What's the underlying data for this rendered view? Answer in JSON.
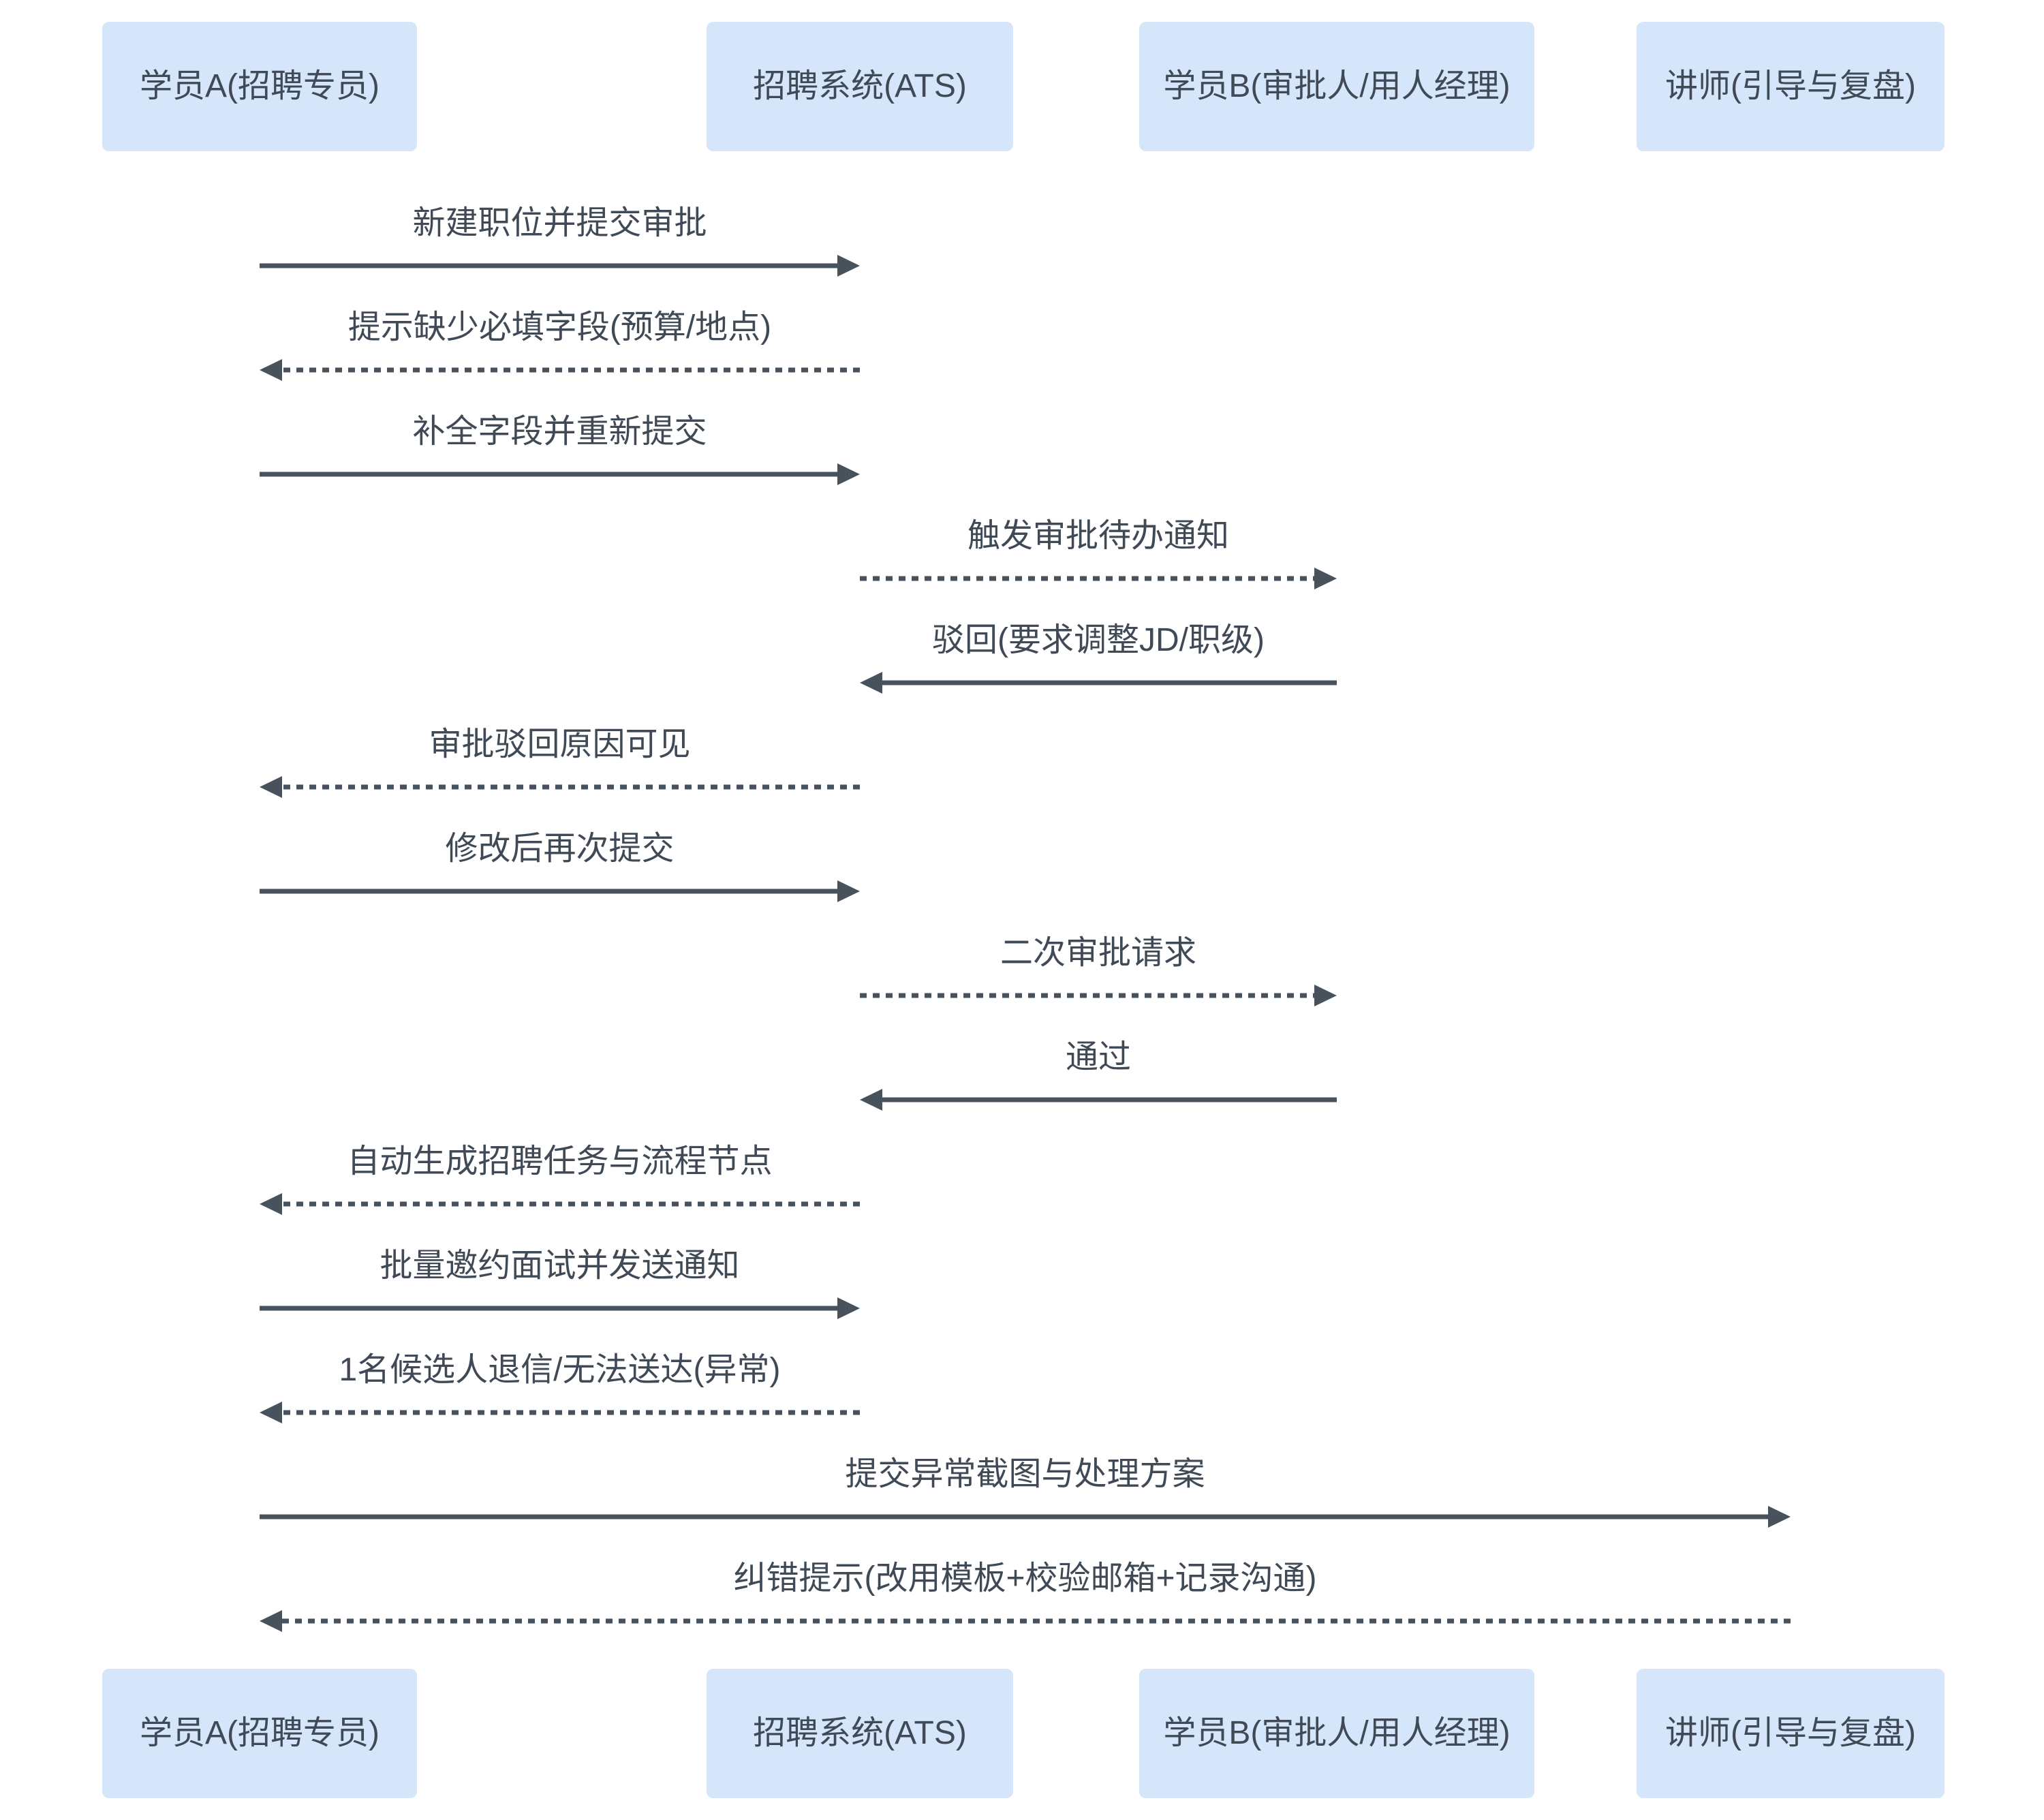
{
  "diagram": {
    "type": "sequence-diagram",
    "actors": [
      {
        "id": "A",
        "label": "学员A(招聘专员)"
      },
      {
        "id": "ATS",
        "label": "招聘系统(ATS)"
      },
      {
        "id": "B",
        "label": "学员B(审批人/用人经理)"
      },
      {
        "id": "T",
        "label": "讲师(引导与复盘)"
      }
    ],
    "messages": [
      {
        "from": "A",
        "to": "ATS",
        "style": "solid",
        "text": "新建职位并提交审批"
      },
      {
        "from": "ATS",
        "to": "A",
        "style": "dashed",
        "text": "提示缺少必填字段(预算/地点)"
      },
      {
        "from": "A",
        "to": "ATS",
        "style": "solid",
        "text": "补全字段并重新提交"
      },
      {
        "from": "ATS",
        "to": "B",
        "style": "dashed",
        "text": "触发审批待办通知"
      },
      {
        "from": "B",
        "to": "ATS",
        "style": "solid",
        "text": "驳回(要求调整JD/职级)"
      },
      {
        "from": "ATS",
        "to": "A",
        "style": "dashed",
        "text": "审批驳回原因可见"
      },
      {
        "from": "A",
        "to": "ATS",
        "style": "solid",
        "text": "修改后再次提交"
      },
      {
        "from": "ATS",
        "to": "B",
        "style": "dashed",
        "text": "二次审批请求"
      },
      {
        "from": "B",
        "to": "ATS",
        "style": "solid",
        "text": "通过"
      },
      {
        "from": "ATS",
        "to": "A",
        "style": "dashed",
        "text": "自动生成招聘任务与流程节点"
      },
      {
        "from": "A",
        "to": "ATS",
        "style": "solid",
        "text": "批量邀约面试并发送通知"
      },
      {
        "from": "ATS",
        "to": "A",
        "style": "dashed",
        "text": "1名候选人退信/无法送达(异常)"
      },
      {
        "from": "A",
        "to": "T",
        "style": "solid",
        "text": "提交异常截图与处理方案"
      },
      {
        "from": "T",
        "to": "A",
        "style": "dashed",
        "text": "纠错提示(改用模板+校验邮箱+记录沟通)"
      }
    ],
    "colors": {
      "background": "#ffffff",
      "actor_fill": "#d5e5fa",
      "actor_text": "#3f4a56",
      "message_text": "#3f4a56",
      "arrow": "#47525d"
    }
  }
}
